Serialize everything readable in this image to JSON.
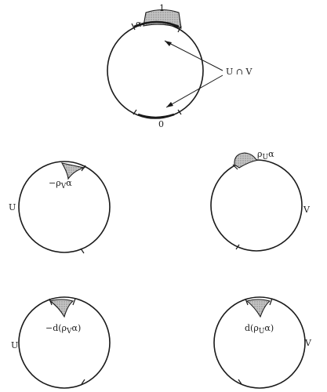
{
  "labels": {
    "top_one": "1",
    "top_alpha": "α",
    "top_zero": "0",
    "top_intersection": "U ∩ V",
    "mid_left_form": "−ρ",
    "mid_left_sub": "V",
    "mid_left_alpha": "α",
    "mid_left_space": "U",
    "mid_right_form": "ρ",
    "mid_right_sub": "U",
    "mid_right_alpha": "α",
    "mid_right_space": "V",
    "bot_left_form": "−d(ρ",
    "bot_left_sub": "V",
    "bot_left_tail": "α)",
    "bot_left_space": "U",
    "bot_right_form": "d(ρ",
    "bot_right_sub": "U",
    "bot_right_tail": "α)",
    "bot_right_space": "V"
  }
}
